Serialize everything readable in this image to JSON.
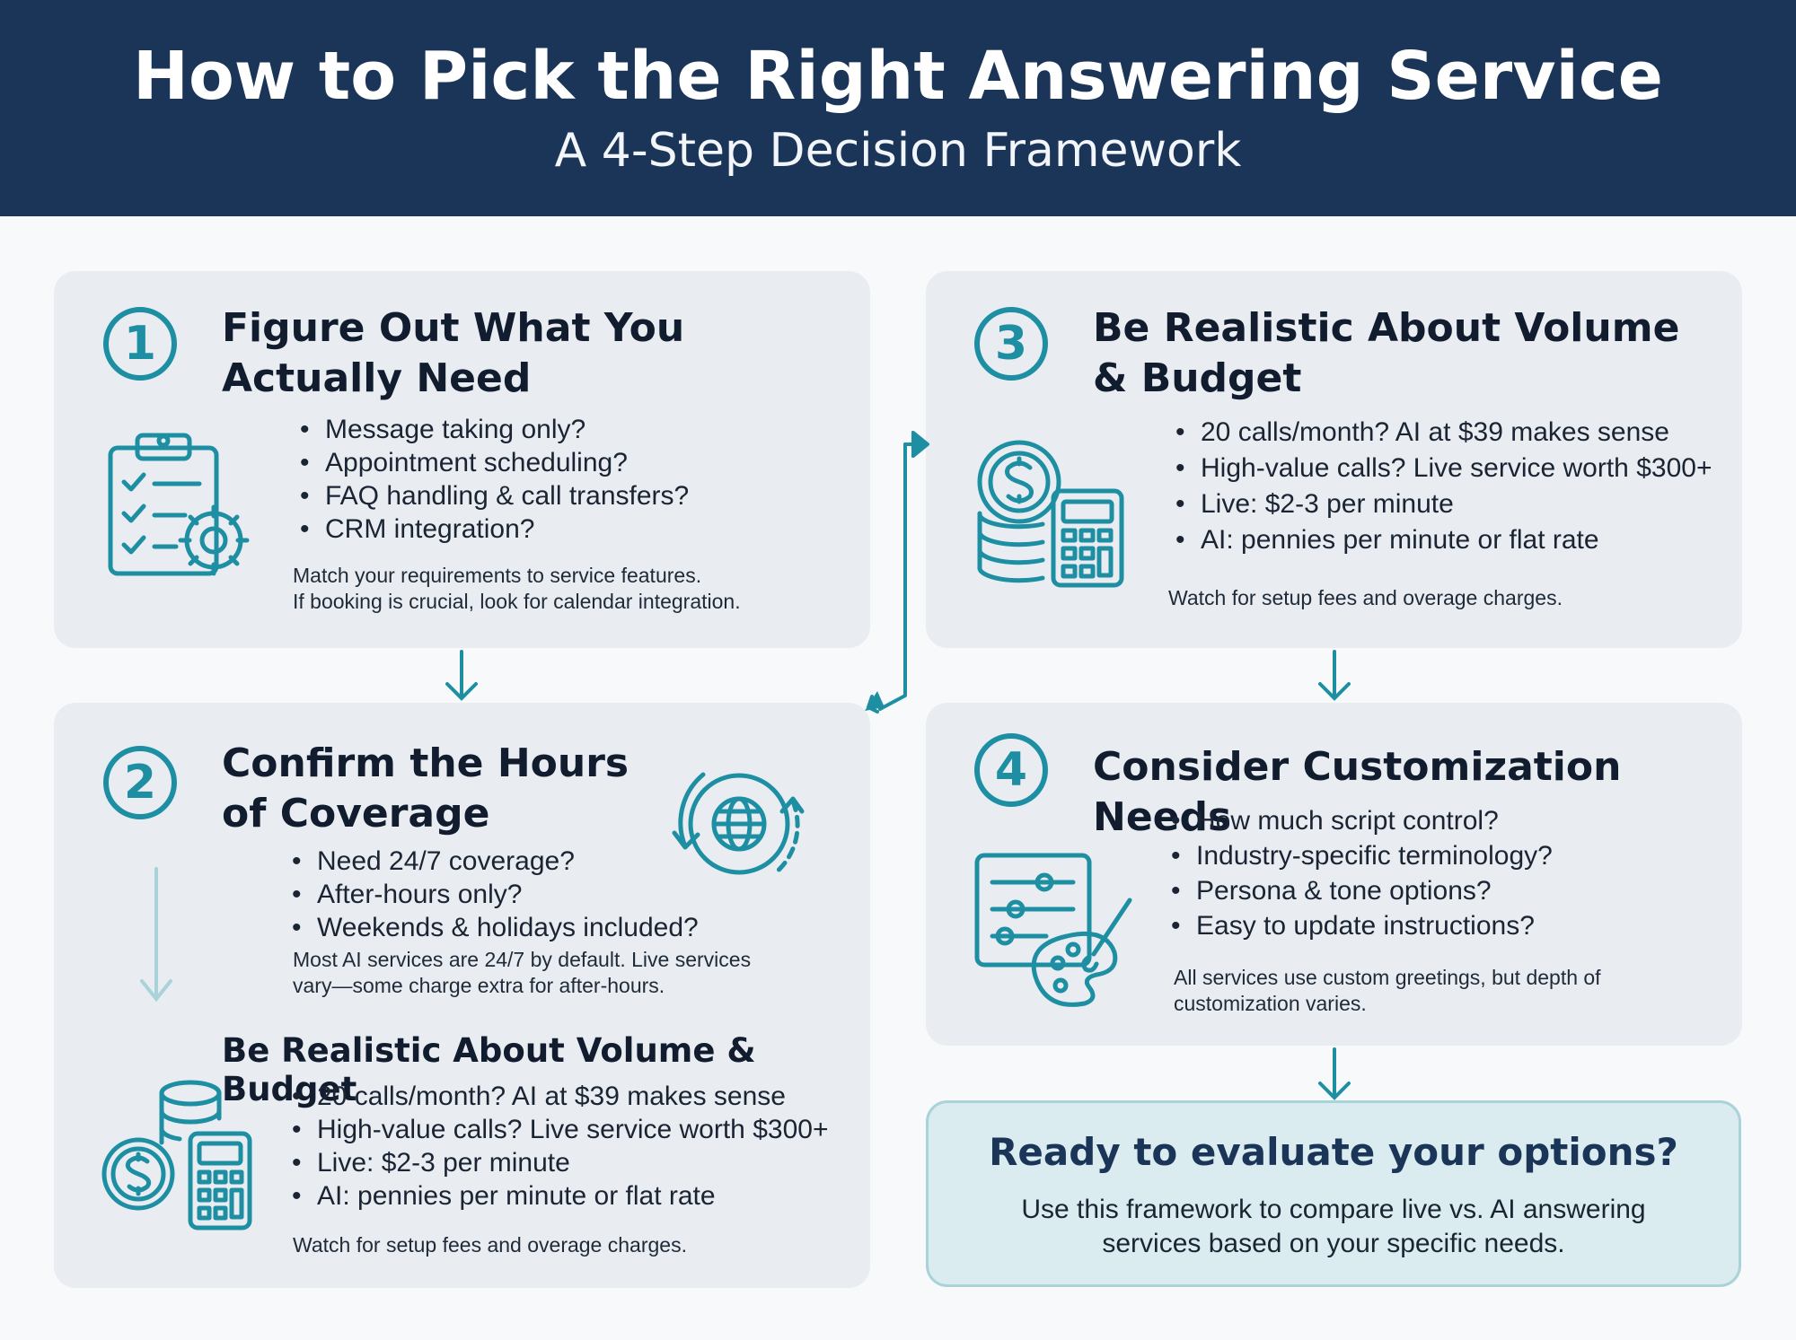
{
  "header": {
    "title": "How to Pick the Right Answering Service",
    "subtitle": "A 4-Step Decision Framework"
  },
  "steps": [
    {
      "number": "1",
      "title": "Figure Out What You\nActually Need",
      "icon": "clipboard-gear-icon",
      "bullets": [
        "Message taking only?",
        "Appointment scheduling?",
        "FAQ handling & call transfers?",
        "CRM integration?"
      ],
      "note": "Match your requirements to service features.\nIf booking is crucial, look for calendar integration."
    },
    {
      "number": "2",
      "title": "Confirm the Hours\nof Coverage",
      "icon": "globe-cycle-icon",
      "bullets": [
        "Need 24/7 coverage?",
        "After-hours only?",
        "Weekends & holidays included?"
      ],
      "note": "Most AI services are 24/7 by default. Live services\nvary—some charge extra for after-hours.",
      "extra": {
        "title": "Be Realistic About Volume & Budget",
        "icon": "coins-calculator-icon",
        "bullets": [
          "20 calls/month? AI at $39 makes sense",
          "High-value calls? Live service worth $300+",
          "Live: $2-3 per minute",
          "AI: pennies per minute or flat rate"
        ],
        "note": "Watch for setup fees and overage charges."
      }
    },
    {
      "number": "3",
      "title": "Be Realistic About Volume\n& Budget",
      "icon": "coins-calculator-icon",
      "bullets": [
        "20 calls/month? AI at $39 makes sense",
        "High-value calls? Live service worth $300+",
        "Live: $2-3 per minute",
        "AI: pennies per minute or flat rate"
      ],
      "note": "Watch for setup fees and overage charges."
    },
    {
      "number": "4",
      "title": "Consider Customization Needs",
      "icon": "sliders-palette-icon",
      "bullets": [
        "How much script control?",
        "Industry-specific terminology?",
        "Persona & tone options?",
        "Easy to update instructions?"
      ],
      "note": "All services use custom greetings, but depth of\ncustomization varies."
    }
  ],
  "cta": {
    "title": "Ready to evaluate your options?",
    "body": "Use this framework to compare live vs. AI answering services based on your specific needs."
  },
  "colors": {
    "header_bg": "#1b3559",
    "accent": "#1e8fa3",
    "card_bg": "#e9edf2",
    "cta_bg": "#daecef"
  }
}
